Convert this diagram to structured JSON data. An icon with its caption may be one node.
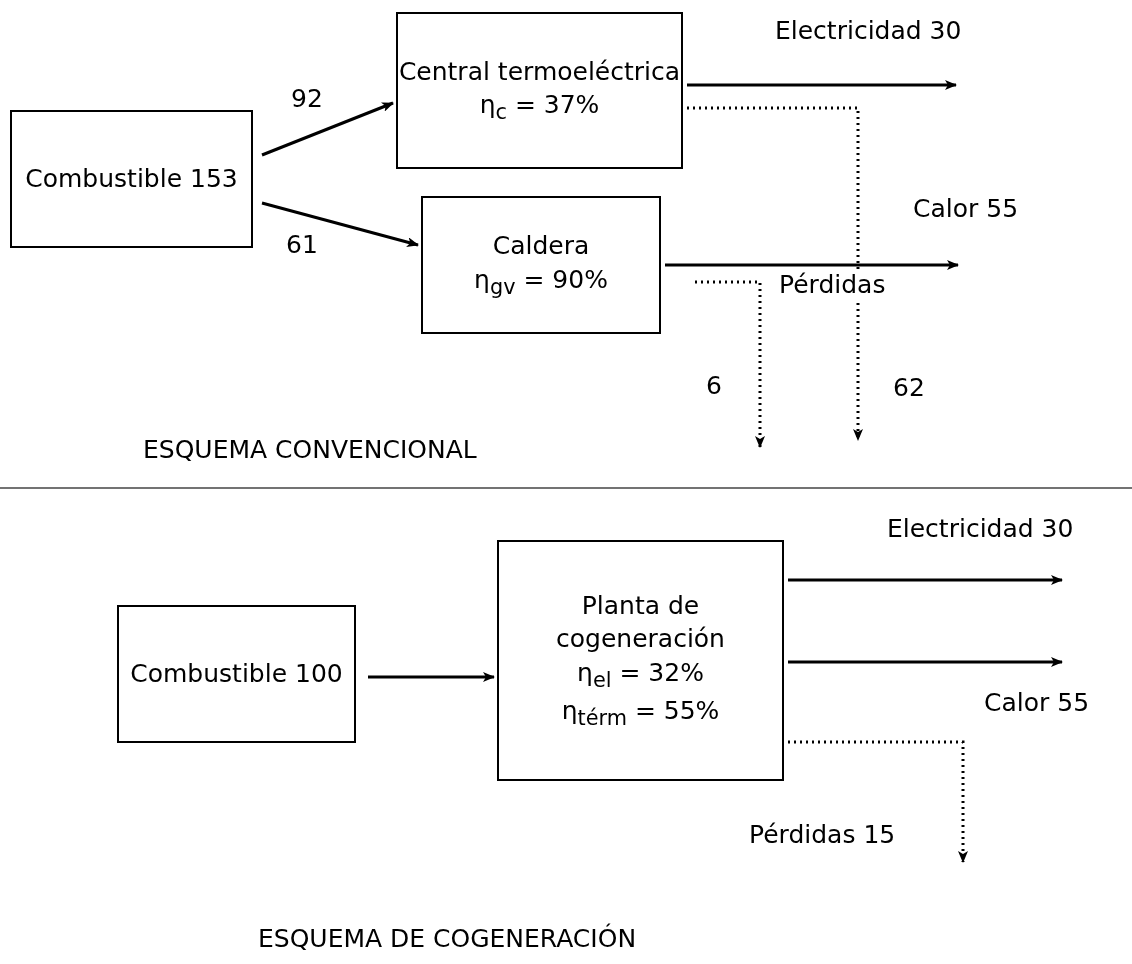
{
  "diagram": {
    "nodes": [
      {
        "text": [
          "Combustible 153"
        ]
      },
      {
        "text": [
          "Central termoeléctrica",
          "η$_{c}$ = 37%"
        ]
      },
      {
        "text": [
          "Caldera",
          "η$_{gv}$ = 90%"
        ]
      },
      {
        "text": [
          "Combustible 100"
        ]
      },
      {
        "text": [
          "Planta de cogeneración",
          "η$_{el}$ = 32%",
          "η$_{térm}$ = 55%"
        ]
      }
    ],
    "edges": [
      {
        "from": 0,
        "to": 1,
        "arrow": "to",
        "label": "92"
      },
      {
        "from": 0,
        "to": 2,
        "arrow": "to",
        "label": "61"
      },
      {
        "from": 1,
        "to": null,
        "arrow": "to",
        "label": "Electricidad 30"
      },
      {
        "from": 1,
        "to": null,
        "arrow": "to",
        "label": "62",
        "style": "dashed"
      },
      {
        "from": 2,
        "to": null,
        "arrow": "to",
        "label": "Calor 55"
      },
      {
        "from": 2,
        "to": null,
        "arrow": "to",
        "label": "6",
        "style": "dashed"
      },
      {
        "from": 3,
        "to": 4,
        "arrow": "to"
      },
      {
        "from": 4,
        "to": null,
        "arrow": "to",
        "label": "Electricidad 30"
      },
      {
        "from": 4,
        "to": null,
        "arrow": "to",
        "label": "Calor 55"
      },
      {
        "from": 4,
        "to": null,
        "arrow": "to",
        "label": "Pérdidas 15",
        "style": "dashed"
      }
    ],
    "labels": [
      "Pérdidas",
      "ESQUEMA CONVENCIONAL",
      "ESQUEMA DE COGENERACIÓN"
    ]
  }
}
